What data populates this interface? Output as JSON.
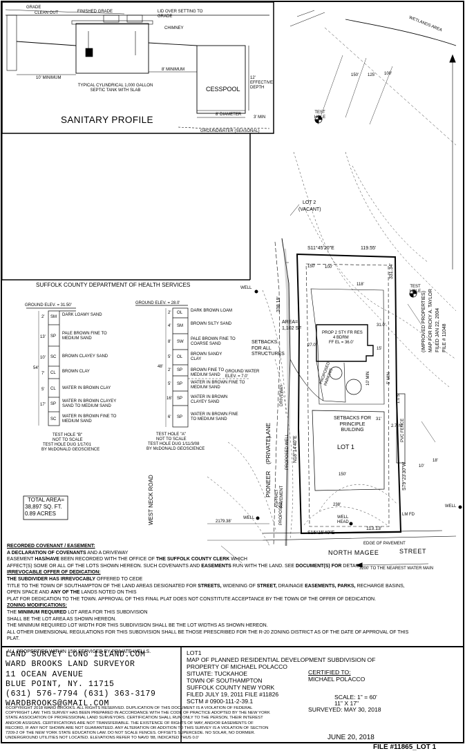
{
  "sanitary": {
    "title": "SANITARY PROFILE",
    "tank_caption": "TYPICAL CYLINDRICAL 1,000 GALLON SEPTIC TANK WITH SLAB",
    "cesspool": "CESSPOOL",
    "min_10": "10' MINIMUM",
    "min_8": "8' MINIMUM",
    "effective_depth": "12' EFFECTIVE DEPTH",
    "diameter": "8' DIAMETER",
    "three_min": "3' MIN",
    "groundwater": "GROUNDWATER (SEASONAL)",
    "grade": "GRADE",
    "clean_out": "CLEAN OUT",
    "finished_grade": "FINISHED GRADE",
    "lid": "LID OVER SETTING TO GRADE",
    "chimney": "CHIMNEY"
  },
  "site": {
    "wetlands": "WETLANDS AREA",
    "d150a": "150'",
    "d125": "125'",
    "d100a": "100'",
    "test_hole": "TEST HOLE",
    "lot2": "LOT 2",
    "vacant": "(VACANT)",
    "north_bearing": "S11°45'20\"E",
    "north_dist": "119.55'",
    "east_dist": "331.34'",
    "improved": "(IMPROVED PROPERTIES)",
    "map_for": "MAP FOR RICKY A. TAYLOR",
    "filed": "FILED JAN 22, 2004",
    "file_no": "FILE # 11048",
    "west_dist": "338.19'",
    "d118": "118'",
    "area_lbl": "AREA=",
    "area_val": "1,102 SF",
    "prop_house": "PROP 2 STY FR RES",
    "bdrm": "4 BDRM",
    "ff_el": "FF EL = 36.0'",
    "d27": "27.0'",
    "d31": "31.0'",
    "d15": "15'",
    "setbacks_all": "SETBACKS FOR ALL STRUCTURES",
    "proposed_parking": "PROPOSED PARKING",
    "setbacks_principle": "SETBACKS FOR PRINCIPLE BUILDING",
    "lot1": "LOT 1",
    "west_bearing": "N18°14'40\"E",
    "east_bearing": "S79°23'30\"W",
    "south_bearing": "S15°15'40\"E",
    "south_dist": "113.13'",
    "d238": "238'",
    "d150b": "150'",
    "well": "WELL",
    "well_head": "WELL HEAD",
    "driveway": "DRIVEWAY",
    "proposed_well": "PROPOSED WELL",
    "proposed": "PROPOSED",
    "pioneer": "PIONEER",
    "private": "(PRIVATE)",
    "lane": "LANE",
    "asphalt": "ASPHALT PAVEMENT",
    "west_neck": "WEST NECK ROAD",
    "d2179": "2179.38'",
    "north_magee": "NORTH MAGEE",
    "street": "STREET",
    "edge": "EDGE OF PAVEMENT",
    "water_main": "3200' TO THE NEAREST WATER MAIN",
    "pvc_fence": "PVC FENCE",
    "d10": "10'",
    "d18": "18'",
    "d31b": "31'",
    "lm_fd": "LM FD",
    "d5min": "5' MIN",
    "d10min": "10' MIN",
    "d1_0s": "1.0'S",
    "d2_7n": "2.7' N",
    "d150c": "150'",
    "d100b": "100'"
  },
  "health": {
    "title": "SUFFOLK COUNTY DEPARTMENT OF HEALTH SERVICES",
    "hole_b": {
      "ground_elev": "GROUND ELEV. = 31.50'",
      "depth_total": "54'",
      "layers": [
        {
          "depth": "2'",
          "code": "SM",
          "desc": "DARK LOAMY SAND"
        },
        {
          "depth": "13'",
          "code": "SP",
          "desc": "PALE BROWN FINE TO MEDIUM SAND"
        },
        {
          "depth": "10'",
          "code": "SC",
          "desc": "BROWN CLAYEY SAND"
        },
        {
          "depth": "7'",
          "code": "CL",
          "desc": "BROWN CLAY"
        },
        {
          "depth": "5'",
          "code": "CL",
          "desc": "WATER IN BROWN CLAY"
        },
        {
          "depth": "17'",
          "code": "SP",
          "desc": "WATER IN BROWN CLAYEY SAND TO MEDIUM SAND"
        },
        {
          "depth": "",
          "code": "SC",
          "desc": "WATER IN BROWN FINE TO MEDIUM SAND"
        }
      ],
      "caption1": "TEST HOLE \"B\"",
      "caption2": "NOT TO SCALE",
      "caption3": "TEST HOLE DUG 1/17/01",
      "caption4": "BY McDONALD GEOSCIENCE"
    },
    "hole_a": {
      "ground_elev": "GROUND ELEV. = 28.0'",
      "depth_total": "48'",
      "layers": [
        {
          "depth": "2'",
          "code": "OL",
          "desc": "DARK BROWN LOAM"
        },
        {
          "depth": "4'",
          "code": "SM",
          "desc": "BROWN SILTY SAND"
        },
        {
          "depth": "8'",
          "code": "SW",
          "desc": "PALE BROWN FINE TO COARSE SAND"
        },
        {
          "depth": "5'",
          "code": "OL",
          "desc": "BROWN SANDY CLAY"
        },
        {
          "depth": "2'",
          "code": "SP",
          "desc": "BROWN FINE TO MEDIUM SAND"
        },
        {
          "depth": "5'",
          "code": "SP",
          "desc": "WATER IN BROWN FINE TO MEDIUM SAND"
        },
        {
          "depth": "16'",
          "code": "SP",
          "desc": "WATER IN BROWN CLAYEY SAND"
        },
        {
          "depth": "6'",
          "code": "SP",
          "desc": "WATER IN BROWN FINE TO MEDIUM SAND"
        }
      ],
      "groundwater": "GROUND WATER ELEV. = 7.0'",
      "caption1": "TEST HOLE \"A\"",
      "caption2": "NOT TO SCALE",
      "caption3": "TEST HOLE DUG 1/11/3/08",
      "caption4": "BY McDONALD GEOSCIENCE"
    }
  },
  "area": {
    "label": "TOTAL AREA=",
    "sqft": "38,897 SQ. FT.",
    "acres": "0.89 ACRES"
  },
  "notes": {
    "h1": "RECORDED COVENANT / EASEMENT:",
    "l1a": "A DECLARATION OF COVENANTS",
    "l1b": " AND A DRIVEWAY",
    "l2a": "EASEMENT ",
    "l2b": "HAS/HAVE",
    "l2c": " BEEN RECORDED WITH THE OFFICE OF ",
    "l2d": "THE SUFFOLK COUNTY CLERK",
    "l2e": " WHICH",
    "l3a": "AFFECT(S) SOME OR ALL OF THE LOTS SHOWN HEREON. SUCH COVENANTS AND ",
    "l3b": "EASEMENTS",
    "l3c": " RUN WITH THE LAND. SEE ",
    "l3d": "DOCUMENT(S) FOR",
    "l3e": " DETAILS.",
    "h2": "IRREVOCABLE OFFER OF DEDICATION:",
    "l4a": "THE SUBDIVIDER HAS IRREVOCABLY",
    "l4b": " OFFERED TO CEDE",
    "l5a": "TITLE TO THE TOWN OF SOUTHAMPTON OF THE LAND AREAS DESIGNATED FOR ",
    "l5b": "STREETS,",
    "l5c": " WIDENING OF ",
    "l5d": "STREET,",
    "l5e": " DRAINAGE ",
    "l5f": "EASEMENTS, PARKS,",
    "l5g": " RECHARGE BASINS,",
    "l6a": "OPEN SPACE AND ",
    "l6b": "ANY OF THE",
    "l6c": " LANDS NOTED ON THIS",
    "l7": "PLAT FOR DEDICATION TO THE TOWN. APPROVAL OF THIS FINAL PLAT DOES NOT CONSTITUTE ACCEPTANCE BY THE TOWN OF THE OFFER OF DEDICATION.",
    "h3": "ZONING MODIFICATIONS:",
    "l8a": "THE ",
    "l8b": "MINIMUM REQUIRED",
    "l8c": " LOT AREA FOR THIS SUBDIVISION",
    "l9": "SHALL BE THE LOT AREA AS SHOWN HEREON.",
    "l10": "THE MINIMUM REQUIRED LOT WIDTH FOR THIS SUBDIVISION SHALL BE THE LOT WIDTHS AS SHOWN HEREON.",
    "l11": "ALL OTHER DIMENSIONAL REGULATIONS FOR THIS SUBDIVISION SHALL BE THOSE PRESCRIBED FOR THE R-20 ZONING DISTRICT AS OF THE DATE OF APPROVAL OF THIS PLAT.",
    "l12": "ALL PROPERTIES WITHIN 150' SERVICED BY PRIVATE WELLS."
  },
  "title_block": {
    "line1": "LAND SURVEY LONG ISLAND.COM",
    "line2": "WARD BROOKS LAND SURVEYOR",
    "line3": "11 OCEAN AVENUE",
    "line4": "BLUE POINT, NY.  11715",
    "line5": "(631) 576-7794  (631) 363-3179",
    "line6": "WARDBROOKS@GMAIL.COM",
    "lot": "LOT1",
    "map1": "MAP OF PLANNED RESIDENTIAL DEVELOPMENT SUBDIVISION OF",
    "map2": "PROPERTY OF MICHAEL POLACCO",
    "situate": "SITUATE: TUCKAHOE",
    "town": "TOWN OF SOUTHAMPTON",
    "county": "SUFFOLK COUNTY NEW YORK",
    "filed": "FILED JULY 19, 2011 FILE #11826",
    "sctm": "SCTM # 0900-111-2-39.1",
    "certified_to": "CERTIFIED TO:",
    "certified_name": "MICHAEL POLACCO",
    "scale": "SCALE: 1\" = 60'",
    "paper": "11\" X 17\"",
    "surveyed": "SURVEYED: MAY 30, 2018",
    "copyright": "©COPYRIGHT 2018 WARD BROOKS. ALL RIGHTS RESERVED. DUPLICATION OF THIS DOCUMENT IS A VIOLATION OF FEDERAL COPYRIGHT LAW.  THIS SURVEY HAS BEEN PREPARED IN ACCORDANCE WITH THE CODE OF PRACTICE ADOPTED BY THE NEW YORK STATE ASSOCIATION OF PROFESSIONAL LAND SURVEYORS. CERTIFICATION SHALL RUN ONLY TO THE PERSON, THEIR INTEREST AND/OR ASSIGNS. CERTIFICATIONS ARE NOT TRANSFERABLE. THE EXISTENCE OF RIGHTS OF WAY, AND/OR EASEMENTS OF RECORD, IF ANY NOT SHOWN ARE NOT GUARANTEED. ANY ALTERATION OR ADDITION TO THIS SURVEY IS A VIOLATION OF SECTION 7209-2 OF THE NEW YORK STATE EDUCATION LAW. DO NOT SCALE FENCES. OFFSETS SUPERCEDE. NO SOLAR, NO DORMER. UNDERGROUND UTILITIES NOT LOCATED. ELEVATIONS REFER TO NAVD '88, INDICATED THUS 0.0'",
    "date": "JUNE 20, 2018",
    "file": "FILE #11865_LOT 1"
  }
}
